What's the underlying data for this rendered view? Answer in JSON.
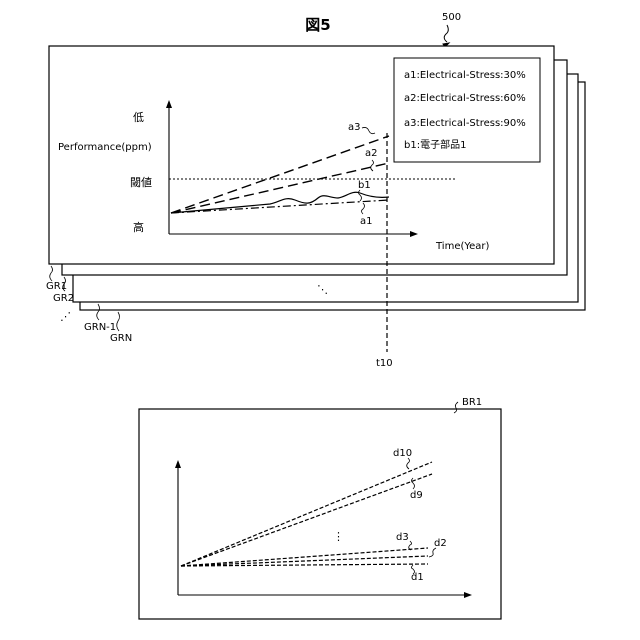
{
  "figure": {
    "title": "図5",
    "ref": "500"
  },
  "top_panel": {
    "y_axis": {
      "label": "Performance(ppm)",
      "top_label": "低",
      "threshold_label": "閾値",
      "bottom_label": "高"
    },
    "x_axis": {
      "label": "Time(Year)"
    },
    "legend": [
      {
        "key": "a1",
        "text": "a1:Electrical-Stress:30%"
      },
      {
        "key": "a2",
        "text": "a2:Electrical-Stress:60%"
      },
      {
        "key": "a3",
        "text": "a3:Electrical-Stress:90%"
      },
      {
        "key": "b1",
        "text": "b1:電子部品1"
      }
    ],
    "curve_labels": {
      "a1": "a1",
      "a2": "a2",
      "a3": "a3",
      "b1": "b1"
    },
    "marker": "t10",
    "ellipsis": "⋱"
  },
  "layer_labels": {
    "gr1": "GR1",
    "gr2": "GR2",
    "grn1": "GRN-1",
    "grn": "GRN",
    "ellipsis": "⋰"
  },
  "bottom_panel": {
    "ref": "BR1",
    "curve_labels": {
      "d10": "d10",
      "d9": "d9",
      "d3": "d3",
      "d2": "d2",
      "d1": "d1"
    },
    "ellipsis": "⋮"
  }
}
